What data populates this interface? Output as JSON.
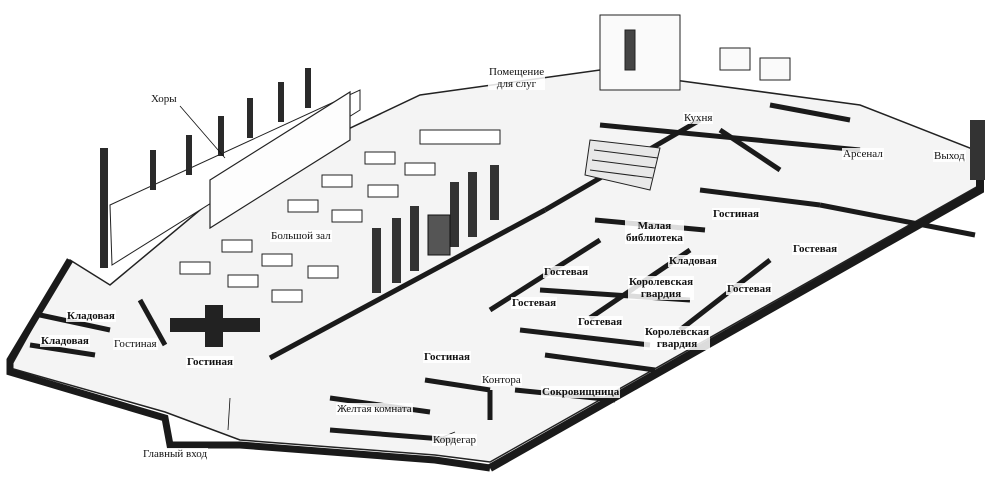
{
  "labels": {
    "servants_room": "Помещение\nдля слуг",
    "choir": "Хоры",
    "kitchen": "Кухня",
    "arsenal": "Арсенал",
    "exit": "Выход",
    "great_hall": "Большой зал",
    "drawing_room_top": "Гостиная",
    "small_library": "Малая\nбиблиотека",
    "guest_room_right": "Гостевая",
    "pantry_mid": "Кладовая",
    "guest_room_1": "Гостевая",
    "royal_guard_1": "Королевская\nгвардия",
    "guest_room_2": "Гостевая",
    "guest_room_3": "Гостевая",
    "guest_room_4": "Гостевая",
    "royal_guard_2": "Королевская\nгвардия",
    "pantry_left_1": "Кладовая",
    "pantry_left_2": "Кладовая",
    "drawing_room_left": "Гостиная",
    "drawing_room_mid": "Гостиная",
    "drawing_room_bottom": "Гостиная",
    "office": "Контора",
    "treasury": "Сокровищница",
    "yellow_room": "Желтая комната",
    "guardhouse": "Кордегар",
    "main_entrance": "Главный вход"
  }
}
